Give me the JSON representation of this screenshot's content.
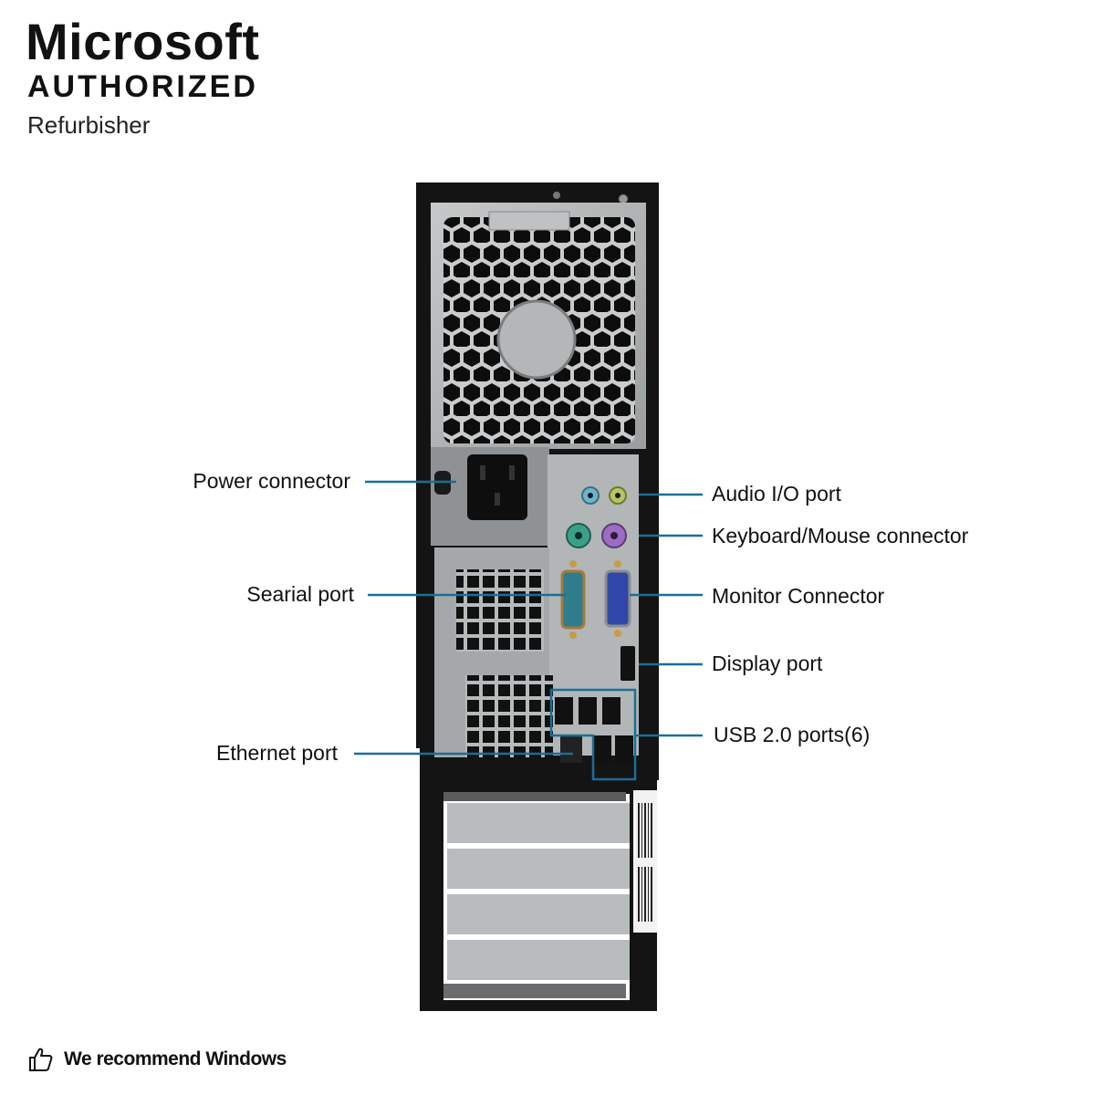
{
  "brand": {
    "name": "Microsoft",
    "authorized": "AUTHORIZED",
    "subtitle": "Refurbisher"
  },
  "labels": {
    "power_connector": "Power connector",
    "serial_port": "Searial port",
    "ethernet_port": "Ethernet port",
    "audio_port": "Audio I/O port",
    "keyboard_mouse": "Keyboard/Mouse connector",
    "monitor_connector": "Monitor Connector",
    "display_port": "Display port",
    "usb_ports": "USB 2.0 ports(6)"
  },
  "footer": {
    "text": "We recommend Windows",
    "icon": "thumbs-up-icon"
  },
  "colors": {
    "callout_line": "#1a6f96",
    "case_black": "#141414",
    "chassis_gray": "#a9acae",
    "audio_blue": "#6fb4cf",
    "audio_green": "#b5c466",
    "ps2_green": "#3aa08a",
    "ps2_purple": "#9a6cc2",
    "vga_blue": "#3047a8",
    "serial_teal": "#2f7c8a"
  }
}
